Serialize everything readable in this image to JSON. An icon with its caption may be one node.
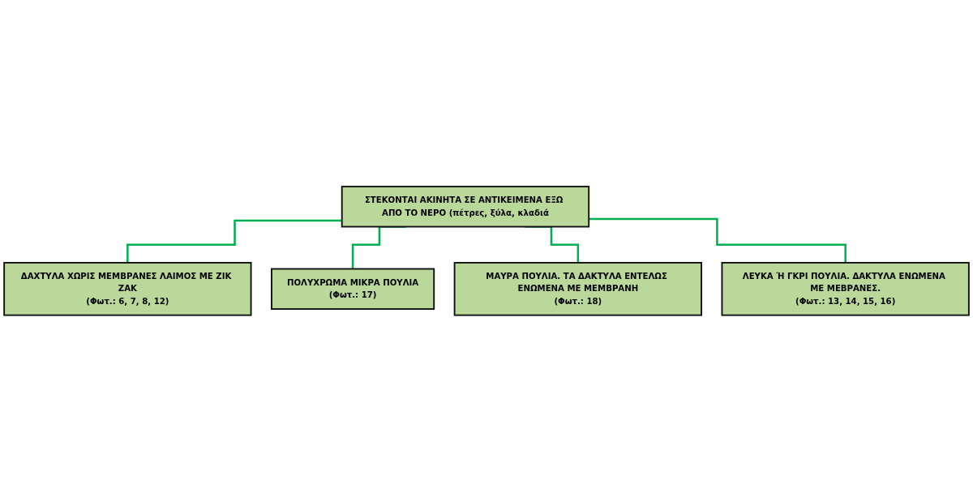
{
  "diagram": {
    "nodes": [
      {
        "text": [
          "ΣΤΕΚΟΝΤΑΙ ΑΚΙΝΗΤΑ ΣΕ ΑΝΤΙΚΕΙΜΕΝΑ ΕΞΩ ΑΠΟ ΤΟ ΝΕΡΟ (πέτρες, ξύλα, κλαδιά"
        ]
      },
      {
        "text": [
          "ΔΑΧΤΥΛΑ ΧΩΡΙΣ ΜΕΜΒΡΑΝΕΣ ΛΑΙΜΟΣ ΜΕ ΖΙΚ ΖΑΚ",
          "(Φωτ.: 6, 7, 8, 12)"
        ]
      },
      {
        "text": [
          "ΛΕΥΚΑ Ή ΓΚΡΙ ΠΟΥΛΙΑ. ΔΑΚΤΥΛΑ ΕΝΩΜΕΝΑ ΜΕ ΜΕΒΡΑΝΕΣ.",
          "(Φωτ.: 13, 14, 15, 16)"
        ]
      },
      {
        "text": [
          "ΠΟΛΥΧΡΩΜΑ ΜΙΚΡΑ ΠΟΥΛΙΑ",
          "(Φωτ.: 17)"
        ]
      },
      {
        "text": [
          "ΜΑΥΡΑ ΠΟΥΛΙΑ. ΤΑ ΔΑΚΤΥΛΑ ΕΝΤΕΛΩΣ ΕΝΩΜΕΝΑ ΜΕ ΜΕΜΒΡΑΝΗ",
          "(Φωτ.: 18)"
        ]
      }
    ],
    "edges": [
      {
        "from": 0,
        "to": 1,
        "arrow": "none"
      },
      {
        "from": 0,
        "to": 3,
        "arrow": "none"
      },
      {
        "from": 0,
        "to": 4,
        "arrow": "none"
      },
      {
        "from": 0,
        "to": 2,
        "arrow": "none"
      }
    ]
  }
}
